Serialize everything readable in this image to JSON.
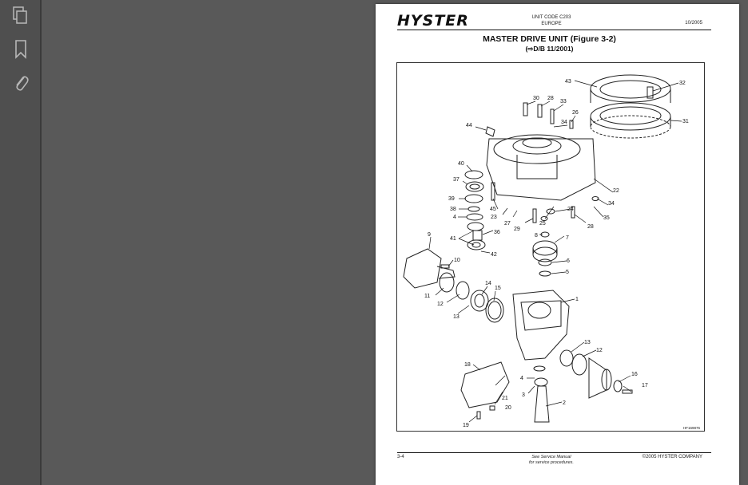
{
  "header": {
    "logo": "HYSTER",
    "unit_code": "UNIT CODE C203",
    "region": "EUROPE",
    "date": "10/2005"
  },
  "title": "MASTER DRIVE UNIT (Figure 3-2)",
  "subtitle": "(⇨D/B 11/2001)",
  "figure_code": "HF169876",
  "footer": {
    "page": "3-4",
    "note_line1": "See Service Manual",
    "note_line2": "for service procedures.",
    "copyright": "©2005 HYSTER COMPANY"
  },
  "callouts": {
    "c1": "1",
    "c2": "2",
    "c3": "3",
    "c4a": "4",
    "c4b": "4",
    "c5": "5",
    "c6": "6",
    "c7": "7",
    "c8": "8",
    "c9": "9",
    "c10": "10",
    "c11": "11",
    "c12a": "12",
    "c12b": "12",
    "c13a": "13",
    "c13b": "13",
    "c14": "14",
    "c15": "15",
    "c16": "16",
    "c17": "17",
    "c18": "18",
    "c19": "19",
    "c20": "20",
    "c21": "21",
    "c22": "22",
    "c23": "23",
    "c24": "24",
    "c25": "25",
    "c26": "26",
    "c27": "27",
    "c28a": "28",
    "c28b": "28",
    "c29": "29",
    "c30": "30",
    "c31": "31",
    "c32": "32",
    "c33": "33",
    "c34a": "34",
    "c34b": "34",
    "c35": "35",
    "c36": "36",
    "c37": "37",
    "c38": "38",
    "c39": "39",
    "c40": "40",
    "c41": "41",
    "c42": "42",
    "c43": "43",
    "c44": "44",
    "c45": "45"
  }
}
